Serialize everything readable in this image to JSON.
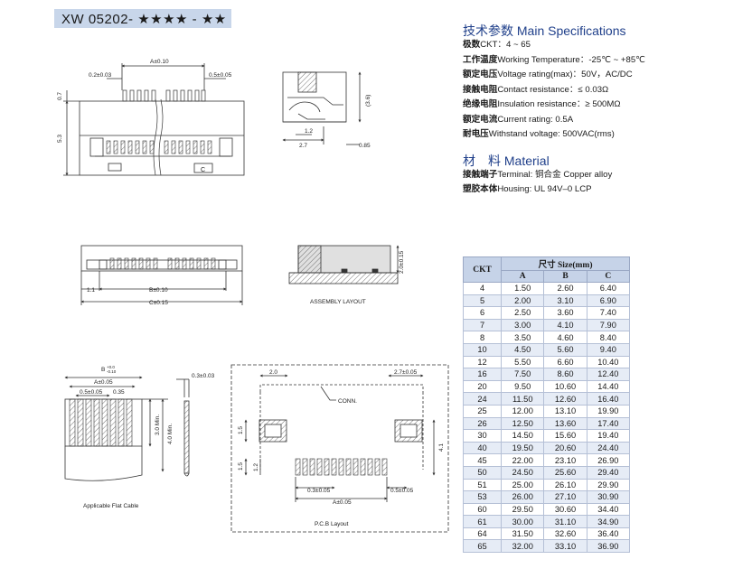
{
  "part_number": "XW 05202- ★★★★ - ★★",
  "specifications": {
    "title": "技术参数 Main Specifications",
    "items": [
      {
        "label": "极数",
        "text": "CKT：4 ~ 65"
      },
      {
        "label": "工作温度",
        "text": "Working Temperature：-25℃ ~ +85℃"
      },
      {
        "label": "额定电压",
        "text": "Voltage rating(max)：50V，AC/DC"
      },
      {
        "label": "接触电阻",
        "text": "Contact resistance：≤ 0.03Ω"
      },
      {
        "label": "绝缘电阻",
        "text": "Insulation resistance：≥ 500MΩ"
      },
      {
        "label": "额定电流",
        "text": "Current rating: 0.5A"
      },
      {
        "label": "耐电压",
        "text": "Withstand voltage: 500VAC(rms)"
      }
    ]
  },
  "material": {
    "title": "材　料 Material",
    "items": [
      {
        "label": "接触端子",
        "text": "Terminal: 铜合金 Copper alloy"
      },
      {
        "label": "塑胶本体",
        "text": "Housing: UL 94V–0 LCP"
      }
    ]
  },
  "drawing_labels": {
    "a_010": "A±0.10",
    "pitch_02": "0.2±0.03",
    "pitch_05": "0.5±0.05",
    "h_07": "0.7",
    "h_53": "5.3",
    "h_36": "(3.6)",
    "w_12": "1.2",
    "w_27": "2.7",
    "w_085": "0.85",
    "b_010": "B±0.10",
    "c_015": "C±0.15",
    "w_11": "1.1",
    "h_20_015": "2.0±0.15",
    "assembly": "ASSEMBLY LAYOUT",
    "b_tol": "B",
    "b_tol_sup": "+0.0",
    "b_tol_sub": "-0.10",
    "a_005": "A±0.05",
    "p05_005": "0.5±0.05",
    "w_035": "0.35",
    "h_30min": "3.0 Min.",
    "h_40min": "4.0 Min.",
    "t_03": "0.3±0.03",
    "flat_cable": "Applicable Flat Cable",
    "w_20": "2.0",
    "w_27_005": "2.7±0.05",
    "conn": "CONN.",
    "h_15a": "1.5",
    "h_15b": "1.5",
    "h_12": "1.2",
    "h_41": "4.1",
    "p03_005": "0.3±0.05",
    "p05_005b": "0.5±0.05",
    "a_005b": "A±0.05",
    "pcb": "P.C.B Layout"
  },
  "size_table": {
    "col_ckt": "CKT",
    "group_header": "尺寸 Size(mm)",
    "col_a": "A",
    "col_b": "B",
    "col_c": "C",
    "rows": [
      [
        "4",
        "1.50",
        "2.60",
        "6.40"
      ],
      [
        "5",
        "2.00",
        "3.10",
        "6.90"
      ],
      [
        "6",
        "2.50",
        "3.60",
        "7.40"
      ],
      [
        "7",
        "3.00",
        "4.10",
        "7.90"
      ],
      [
        "8",
        "3.50",
        "4.60",
        "8.40"
      ],
      [
        "10",
        "4.50",
        "5.60",
        "9.40"
      ],
      [
        "12",
        "5.50",
        "6.60",
        "10.40"
      ],
      [
        "16",
        "7.50",
        "8.60",
        "12.40"
      ],
      [
        "20",
        "9.50",
        "10.60",
        "14.40"
      ],
      [
        "24",
        "11.50",
        "12.60",
        "16.40"
      ],
      [
        "25",
        "12.00",
        "13.10",
        "19.90"
      ],
      [
        "26",
        "12.50",
        "13.60",
        "17.40"
      ],
      [
        "30",
        "14.50",
        "15.60",
        "19.40"
      ],
      [
        "40",
        "19.50",
        "20.60",
        "24.40"
      ],
      [
        "45",
        "22.00",
        "23.10",
        "26.90"
      ],
      [
        "50",
        "24.50",
        "25.60",
        "29.40"
      ],
      [
        "51",
        "25.00",
        "26.10",
        "29.90"
      ],
      [
        "53",
        "26.00",
        "27.10",
        "30.90"
      ],
      [
        "60",
        "29.50",
        "30.60",
        "34.40"
      ],
      [
        "61",
        "30.00",
        "31.10",
        "34.90"
      ],
      [
        "64",
        "31.50",
        "32.60",
        "36.40"
      ],
      [
        "65",
        "32.00",
        "33.10",
        "36.90"
      ]
    ]
  },
  "colors": {
    "title_bar": "#c8d6ea",
    "heading": "#1f3f8a",
    "table_header": "#c6d3e8",
    "table_alt_row": "#e6ecf6"
  }
}
